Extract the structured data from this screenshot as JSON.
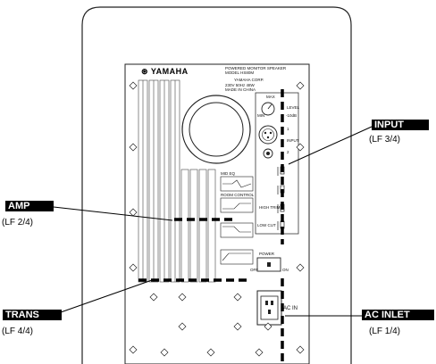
{
  "panel": {
    "brand": "YAMAHA",
    "model_lines": [
      "POWERED MONITOR SPEAKER",
      "MODEL HS80M"
    ],
    "corp": "YAMAHA CORP.",
    "rating": "230V 50Hz 48W",
    "origin": "MADE IN CHINA",
    "power_label": "POWER",
    "power_off": "OFF",
    "power_on": "ON",
    "level_label": "LEVEL",
    "level_min": "MIN",
    "level_max": "MAX",
    "level_db": "-10dB",
    "input_label": "INPUT",
    "input_1": "1",
    "input_2": "2",
    "mid_eq_label": "MID EQ",
    "room_control_label": "ROOM CONTROL",
    "high_trim_label": "HIGH TRIM",
    "low_cut_label": "LOW CUT",
    "ac_in_label": "AC IN"
  },
  "callouts": {
    "input": {
      "label": "INPUT",
      "sub": "(LF 3/4)"
    },
    "amp": {
      "label": "AMP",
      "sub": "(LF 2/4)"
    },
    "trans": {
      "label": "TRANS",
      "sub": "(LF 4/4)"
    },
    "ac_inlet": {
      "label": "AC INLET",
      "sub": "(LF 1/4)"
    }
  }
}
